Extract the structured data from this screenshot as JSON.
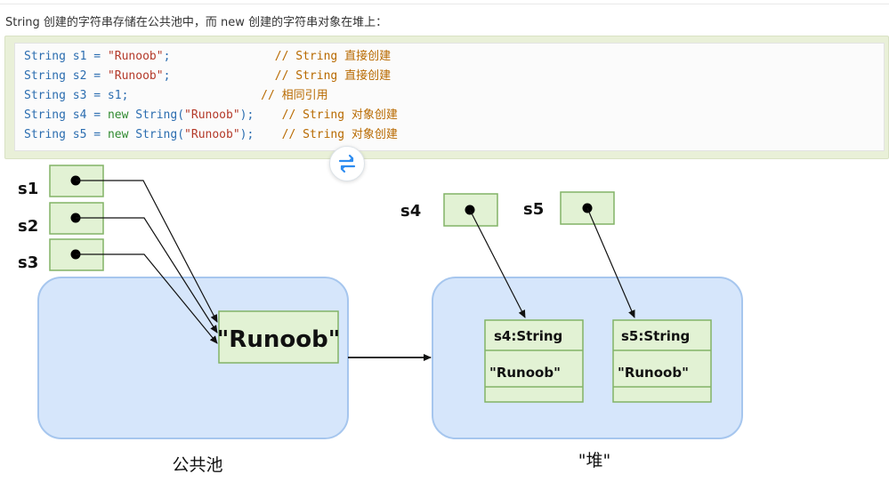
{
  "intro": "String 创建的字符串存储在公共池中，而 new 创建的字符串对象在堆上：",
  "code": {
    "lines": [
      {
        "type": "String",
        "var": " s1 = ",
        "val": "\"Runoob\"",
        "end": ";",
        "pad": "               ",
        "comment": "// String 直接创建"
      },
      {
        "type": "String",
        "var": " s2 = ",
        "val": "\"Runoob\"",
        "end": ";",
        "pad": "               ",
        "comment": "// String 直接创建"
      },
      {
        "type": "String",
        "var": " s3 = s1",
        "val": "",
        "end": ";",
        "pad": "                   ",
        "comment": "// 相同引用"
      },
      {
        "type": "String",
        "var": " s4 = ",
        "kw": "new",
        "cls": " String(",
        "val": "\"Runoob\"",
        "end": ");",
        "pad": "    ",
        "comment": "// String 对象创建"
      },
      {
        "type": "String",
        "var": " s5 = ",
        "kw": "new",
        "cls": " String(",
        "val": "\"Runoob\"",
        "end": ");",
        "pad": "    ",
        "comment": "// String 对象创建"
      }
    ]
  },
  "diagram": {
    "refs": {
      "s1": "s1",
      "s2": "s2",
      "s3": "s3",
      "s4": "s4",
      "s5": "s5"
    },
    "pool_value": "\"Runoob\"",
    "pool_label": "公共池",
    "heap_label": "\"堆\"",
    "obj4_title": "s4:String",
    "obj4_value": "\"Runoob\"",
    "obj5_title": "s5:String",
    "obj5_value": "\"Runoob\""
  },
  "colors": {
    "region_fill": "#d6e6fb",
    "region_stroke": "#a6c6ee",
    "box_fill": "#e2f2d4",
    "box_stroke": "#82b366",
    "accent": "#2d8cf0"
  },
  "icons": {
    "toggle": "swap-arrows-icon"
  }
}
